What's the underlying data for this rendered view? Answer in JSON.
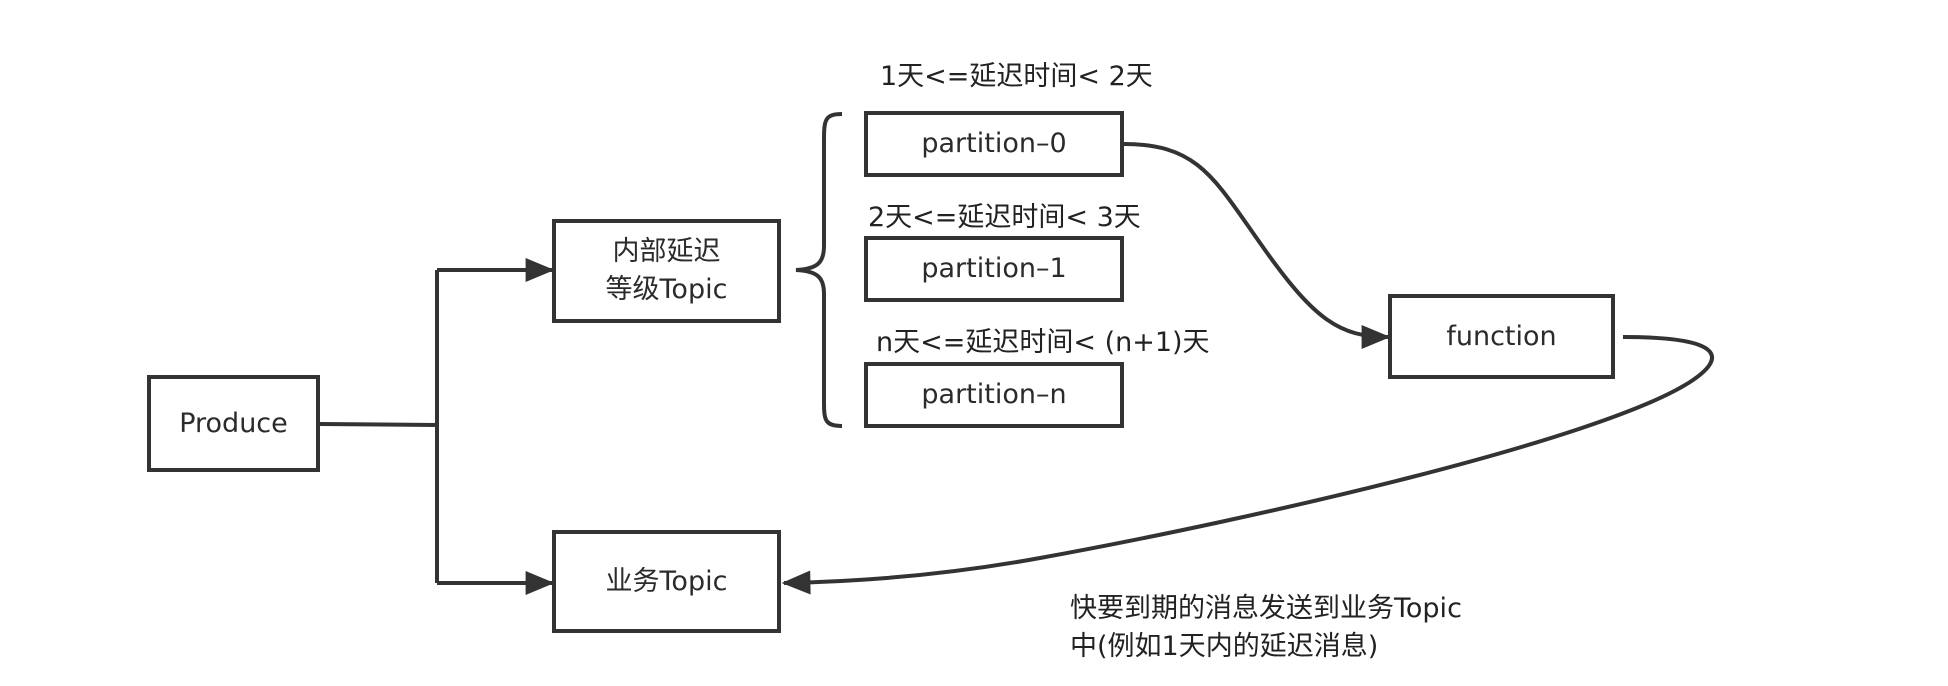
{
  "nodes": {
    "produce": "Produce",
    "internal_topic_line1": "内部延迟",
    "internal_topic_line2": "等级Topic",
    "business_topic": "业务Topic",
    "partition_0": "partition–0",
    "partition_1": "partition–1",
    "partition_n": "partition–n",
    "function": "function"
  },
  "labels": {
    "range_0": "1天<=延迟时间< 2天",
    "range_1": "2天<=延迟时间< 3天",
    "range_n": "n天<=延迟时间< (n+1)天"
  },
  "note": {
    "line1": "快要到期的消息发送到业务Topic",
    "line2": "中(例如1天内的延迟消息)"
  },
  "colors": {
    "stroke": "#333333",
    "text": "#222222"
  }
}
